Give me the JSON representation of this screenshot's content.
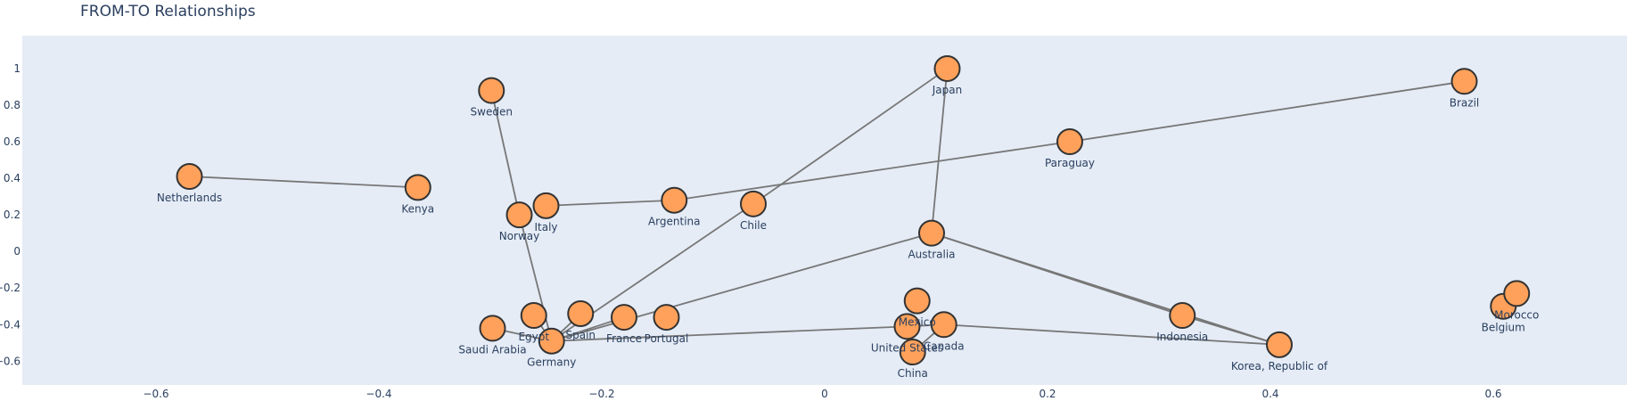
{
  "chart_data": {
    "type": "network",
    "title": "FROM-TO Relationships",
    "xlim": [
      -0.72,
      0.72
    ],
    "ylim": [
      -0.73,
      1.18
    ],
    "x_ticks": [
      -0.6,
      -0.4,
      -0.2,
      0,
      0.2,
      0.4,
      0.6
    ],
    "x_tick_labels": [
      "−0.6",
      "−0.4",
      "−0.2",
      "0",
      "0.2",
      "0.4",
      "0.6"
    ],
    "y_ticks": [
      -0.6,
      -0.4,
      -0.2,
      0,
      0.2,
      0.4,
      0.6,
      0.8,
      1
    ],
    "y_tick_labels": [
      "−0.6",
      "−0.4",
      "−0.2",
      "0",
      "0.2",
      "0.4",
      "0.6",
      "0.8",
      "1"
    ],
    "grid": false,
    "colors": {
      "plot_bg": "#e5ecf6",
      "node_fill": "#ffa15a",
      "node_stroke": "#333333",
      "edge": "#777777",
      "text": "#2a3f5f"
    },
    "nodes": [
      {
        "name": "Netherlands",
        "x": -0.57,
        "y": 0.41
      },
      {
        "name": "Kenya",
        "x": -0.365,
        "y": 0.35
      },
      {
        "name": "Sweden",
        "x": -0.299,
        "y": 0.88
      },
      {
        "name": "Norway",
        "x": -0.274,
        "y": 0.2
      },
      {
        "name": "Italy",
        "x": -0.25,
        "y": 0.25
      },
      {
        "name": "Argentina",
        "x": -0.135,
        "y": 0.28
      },
      {
        "name": "Chile",
        "x": -0.064,
        "y": 0.26
      },
      {
        "name": "Japan",
        "x": 0.11,
        "y": 1.0
      },
      {
        "name": "Paraguay",
        "x": 0.22,
        "y": 0.6
      },
      {
        "name": "Brazil",
        "x": 0.574,
        "y": 0.93
      },
      {
        "name": "Australia",
        "x": 0.096,
        "y": 0.1
      },
      {
        "name": "Saudi Arabia",
        "x": -0.298,
        "y": -0.42
      },
      {
        "name": "Egypt",
        "x": -0.261,
        "y": -0.35
      },
      {
        "name": "Germany",
        "x": -0.245,
        "y": -0.49
      },
      {
        "name": "Spain",
        "x": -0.219,
        "y": -0.34
      },
      {
        "name": "France",
        "x": -0.18,
        "y": -0.36
      },
      {
        "name": "Portugal",
        "x": -0.142,
        "y": -0.36
      },
      {
        "name": "Mexico",
        "x": 0.083,
        "y": -0.27
      },
      {
        "name": "United States",
        "x": 0.074,
        "y": -0.41
      },
      {
        "name": "Canada",
        "x": 0.107,
        "y": -0.4
      },
      {
        "name": "China",
        "x": 0.079,
        "y": -0.55
      },
      {
        "name": "Indonesia",
        "x": 0.321,
        "y": -0.35
      },
      {
        "name": "Korea, Republic of",
        "x": 0.408,
        "y": -0.51
      },
      {
        "name": "Belgium",
        "x": 0.609,
        "y": -0.3
      },
      {
        "name": "Morocco",
        "x": 0.621,
        "y": -0.23
      }
    ],
    "edges": [
      [
        "Netherlands",
        "Kenya"
      ],
      [
        "Sweden",
        "Norway"
      ],
      [
        "Norway",
        "Germany"
      ],
      [
        "Italy",
        "Argentina"
      ],
      [
        "Argentina",
        "Paraguay"
      ],
      [
        "Paraguay",
        "Brazil"
      ],
      [
        "Japan",
        "Chile"
      ],
      [
        "Chile",
        "Germany"
      ],
      [
        "Japan",
        "Australia"
      ],
      [
        "Australia",
        "Germany"
      ],
      [
        "Australia",
        "Indonesia"
      ],
      [
        "Australia",
        "Korea, Republic of"
      ],
      [
        "Indonesia",
        "Korea, Republic of"
      ],
      [
        "Canada",
        "Korea, Republic of"
      ],
      [
        "Saudi Arabia",
        "Germany"
      ],
      [
        "Spain",
        "Germany"
      ],
      [
        "Egypt",
        "Germany"
      ],
      [
        "Germany",
        "United States"
      ],
      [
        "China",
        "Canada"
      ],
      [
        "United States",
        "Canada"
      ],
      [
        "France",
        "Germany"
      ]
    ]
  }
}
